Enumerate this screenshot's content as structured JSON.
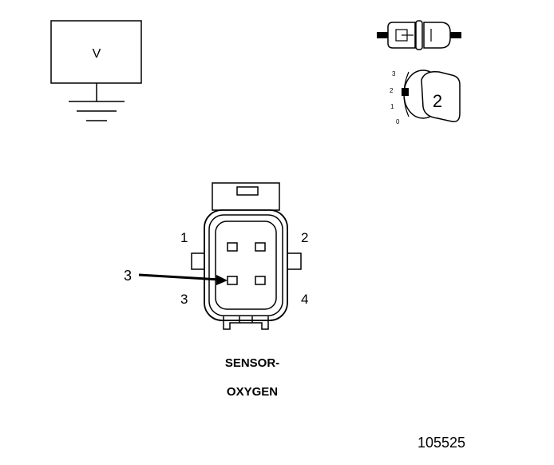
{
  "voltmeter": {
    "label": "V"
  },
  "ignition_key": {
    "positions": [
      "3",
      "2",
      "1",
      "0"
    ],
    "key_label": "2"
  },
  "connector": {
    "pin_labels": {
      "pin1": "1",
      "pin2": "2",
      "pin3": "3",
      "pin4": "4"
    },
    "callout_label": "3",
    "name_line1": "SENSOR-",
    "name_line2": "OXYGEN"
  },
  "figure_number": "105525"
}
